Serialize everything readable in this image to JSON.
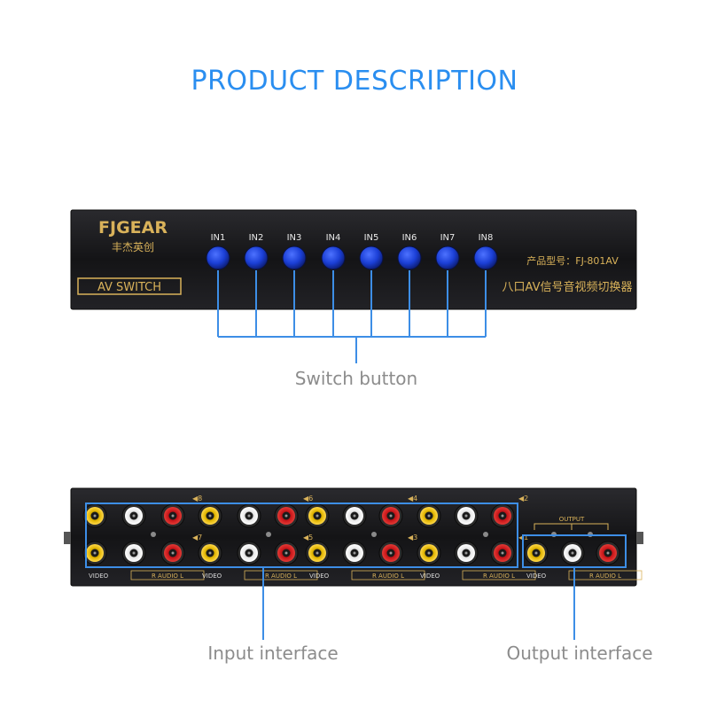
{
  "heading": "PRODUCT DESCRIPTION",
  "colors": {
    "heading": "#2a8ef0",
    "accent_blue": "#3d8ee6",
    "brand_gold": "#d9b25a",
    "panel": "#18181b",
    "button_blue": "#1b3fd6",
    "callout_text": "#8c8c8c"
  },
  "front_panel": {
    "brand": "FJGEAR",
    "brand_cn": "丰杰英创",
    "switch_label": "AV SWITCH",
    "inputs": [
      "IN1",
      "IN2",
      "IN3",
      "IN4",
      "IN5",
      "IN6",
      "IN7",
      "IN8"
    ],
    "model": "产品型号：FJ-801AV",
    "subtitle_cn": "八口AV信号音视频切换器"
  },
  "rear_panel": {
    "top_markers": [
      "8",
      "6",
      "4",
      "2"
    ],
    "bottom_markers": [
      "7",
      "5",
      "3",
      "1"
    ],
    "group_labels": {
      "video": "VIDEO",
      "audio": "R   AUDIO   L"
    },
    "output_label": "OUTPUT"
  },
  "callouts": {
    "switch_button": "Switch button",
    "input_interface": "Input interface",
    "output_interface": "Output interface"
  }
}
